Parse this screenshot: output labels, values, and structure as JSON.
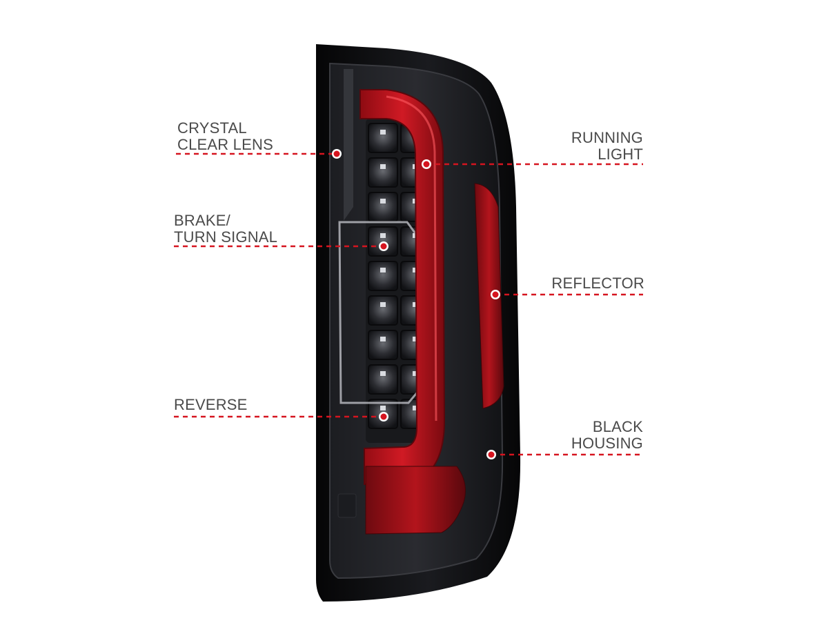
{
  "colors": {
    "accent_red": "#d6141f",
    "housing_black": "#0b0b0d",
    "label_gray": "#4a4a4a",
    "background": "#ffffff"
  },
  "callouts": {
    "lens": {
      "line1": "CRYSTAL",
      "line2": "CLEAR  LENS"
    },
    "brake": {
      "line1": "BRAKE/",
      "line2": "TURN SIGNAL"
    },
    "reverse": {
      "line1": "REVERSE"
    },
    "running": {
      "line1": "RUNNING",
      "line2": "LIGHT"
    },
    "reflector": {
      "line1": "REFLECTOR"
    },
    "housing": {
      "line1": "BLACK",
      "line2": "HOUSING"
    }
  }
}
